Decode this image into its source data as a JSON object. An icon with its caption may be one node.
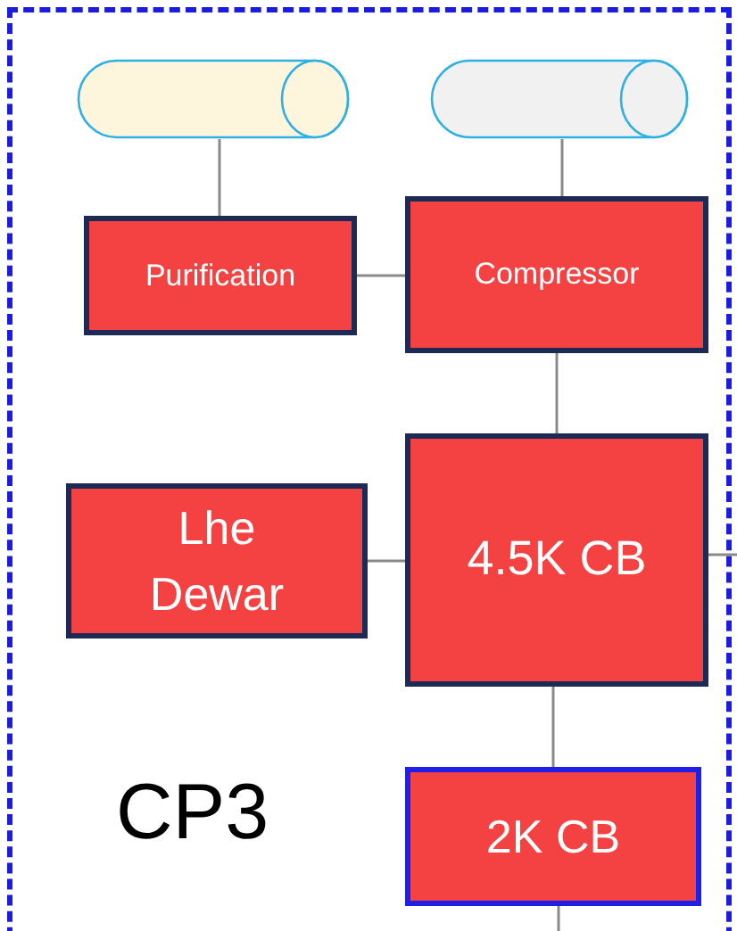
{
  "diagram": {
    "nodes": [
      {
        "text": [
          "CP3"
        ]
      },
      {
        "text": [],
        "shape": "cylinder",
        "in": 0
      },
      {
        "text": [],
        "shape": "cylinder",
        "in": 0
      },
      {
        "text": [
          "Purification"
        ],
        "in": 0
      },
      {
        "text": [
          "Compressor"
        ],
        "in": 0
      },
      {
        "text": [
          "Lhe Dewar"
        ],
        "in": 0
      },
      {
        "text": [
          "4.5K CB"
        ],
        "in": 0
      },
      {
        "text": [
          "2K CB"
        ],
        "in": 0
      }
    ],
    "edges": [
      {
        "from": 1,
        "to": 3,
        "arrow": "none"
      },
      {
        "from": 2,
        "to": 4,
        "arrow": "none"
      },
      {
        "from": 3,
        "to": 4,
        "arrow": "none"
      },
      {
        "from": 4,
        "to": 6,
        "arrow": "none"
      },
      {
        "from": 5,
        "to": 6,
        "arrow": "none"
      },
      {
        "from": 6,
        "to": 7,
        "arrow": "none"
      },
      {
        "from": 6,
        "to": null,
        "arrow": "none"
      },
      {
        "from": 7,
        "to": null,
        "arrow": "none"
      }
    ]
  }
}
